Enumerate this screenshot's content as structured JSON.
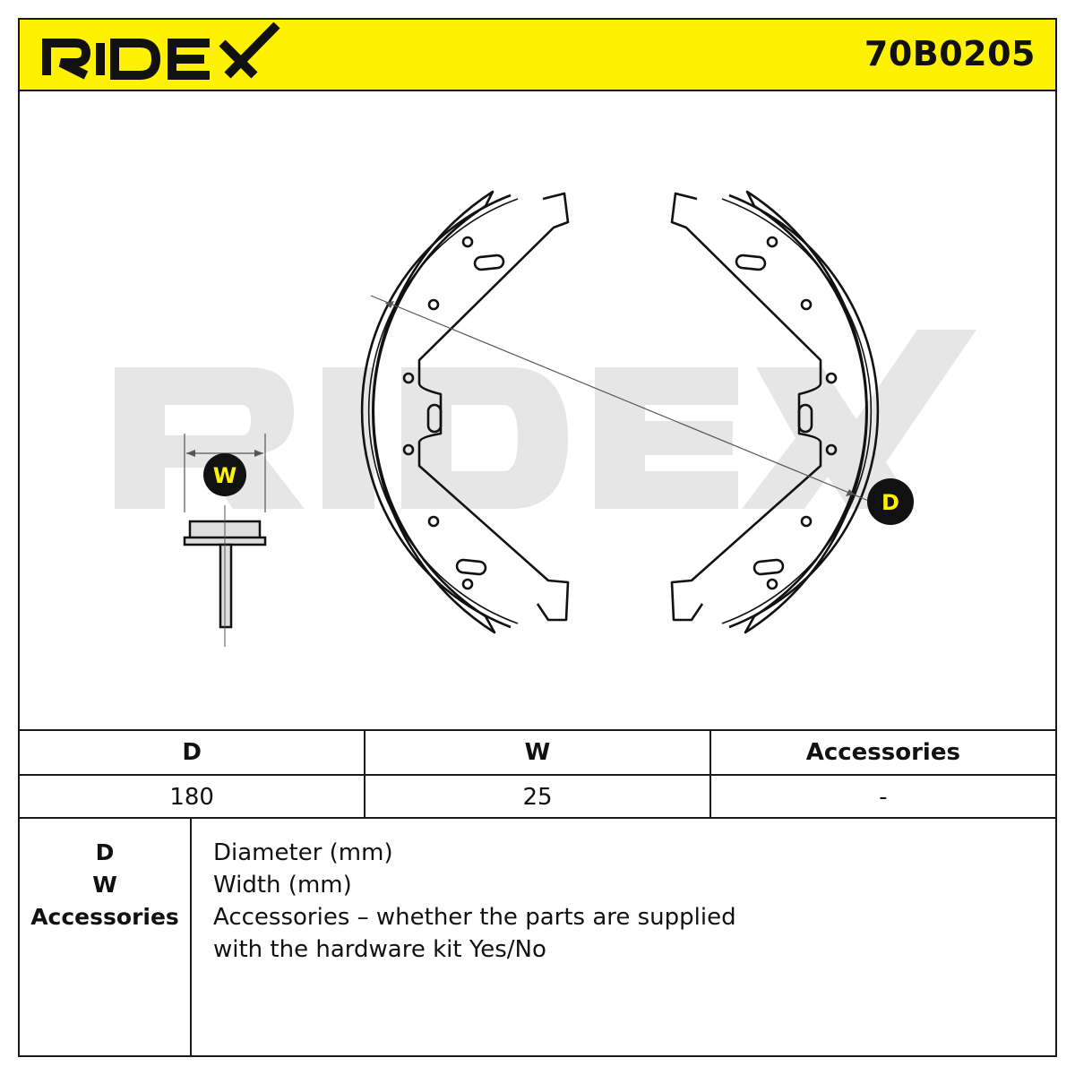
{
  "header": {
    "brand": "RIDEX",
    "part_number": "70B0205",
    "background_color": "#fff200"
  },
  "drawing": {
    "watermark": "RIDEX",
    "width_marker": "W",
    "diameter_marker": "D",
    "marker_color": "#fff200"
  },
  "spec_table": {
    "columns": [
      "D",
      "W",
      "Accessories"
    ],
    "values": [
      "180",
      "25",
      "-"
    ]
  },
  "legend": {
    "keys": [
      "D",
      "W",
      "Accessories"
    ],
    "descriptions": [
      "Diameter (mm)",
      "Width (mm)",
      "Accessories – whether the parts are supplied",
      "with the hardware kit Yes/No"
    ]
  }
}
